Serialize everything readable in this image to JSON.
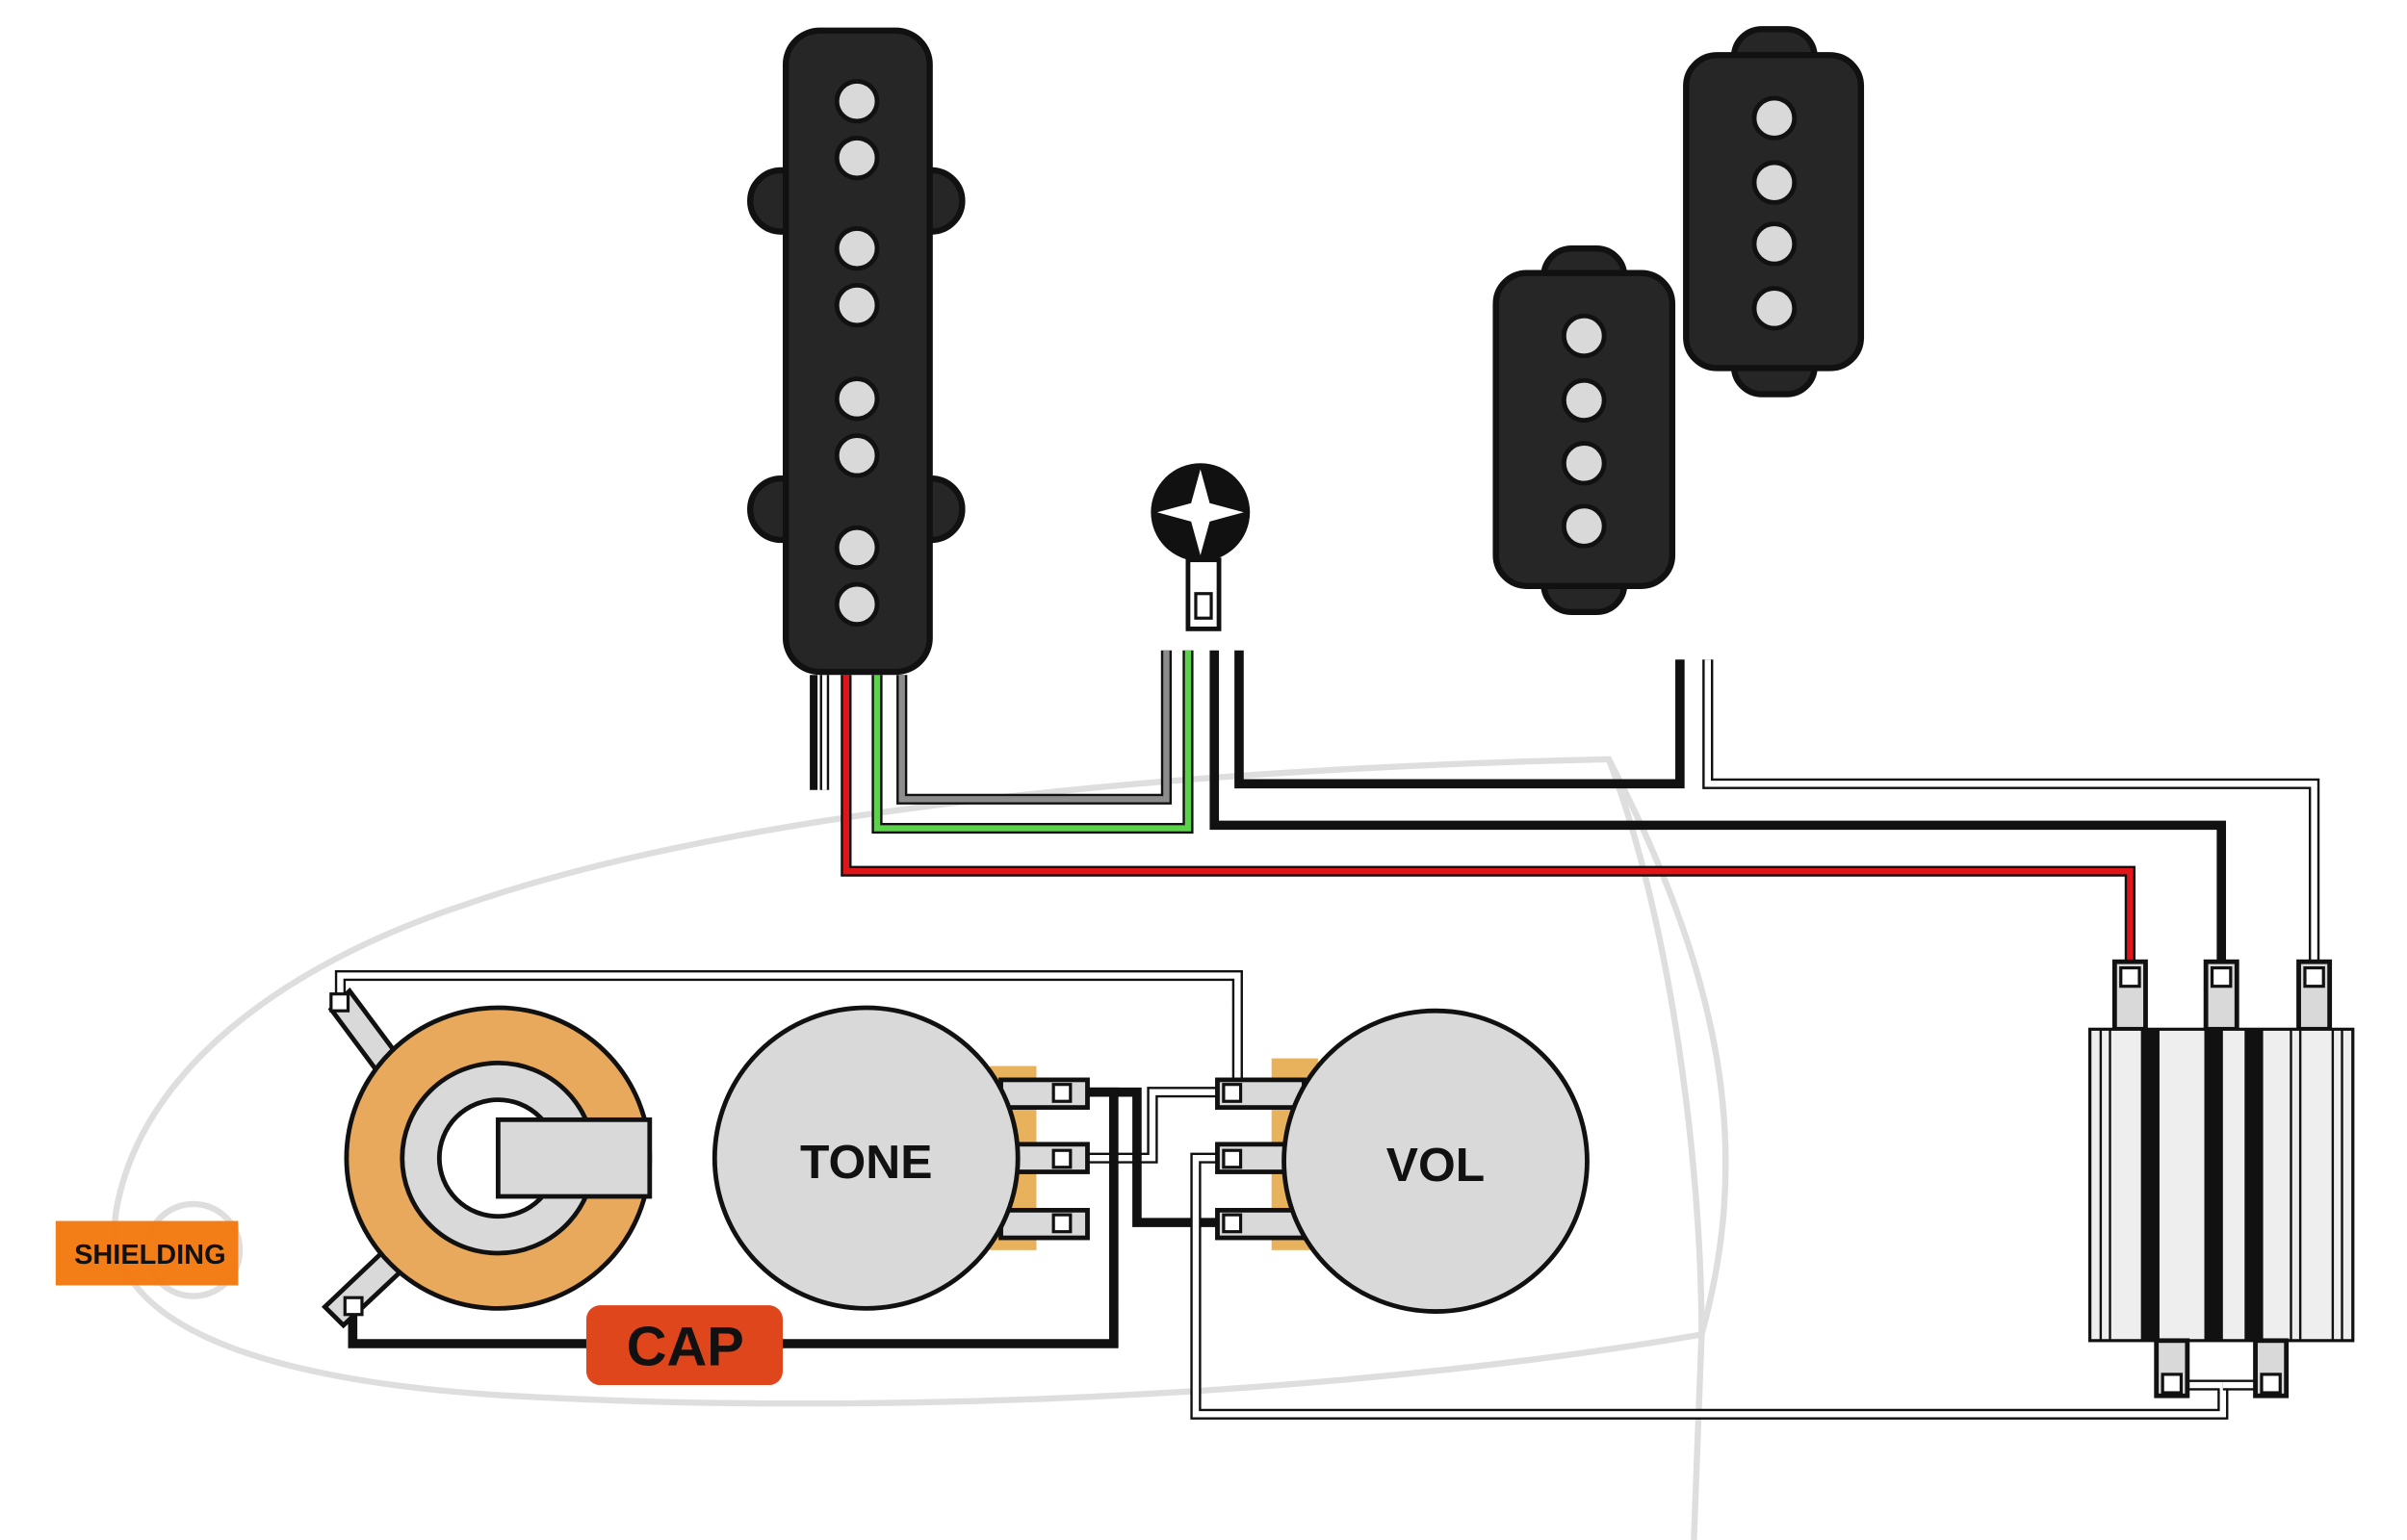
{
  "labels": {
    "tone": "TONE",
    "vol": "VOL",
    "cap": "CAP",
    "shielding": "SHIELDING"
  },
  "colors": {
    "pickup_body": "#262626",
    "pole": "#d9d9d9",
    "wire_red": "#e0151a",
    "wire_green": "#5bd24a",
    "wire_gray": "#8c8c8c",
    "wire_black": "#111111",
    "jack_ring": "#e8a95c",
    "pot_body": "#d9d9d9",
    "pot_lug": "#e8b15c",
    "cap_fill": "#e0461c",
    "shielding_fill": "#f2770c",
    "guide_gray": "#dedede"
  },
  "components": {
    "pickups": [
      "jazz-pickup",
      "precision-pickup-lower-half",
      "precision-pickup-upper-half"
    ],
    "controls": [
      "output-jack",
      "tone-pot",
      "volume-pot",
      "capacitor",
      "battery-connector"
    ],
    "misc": [
      "ground-screw",
      "shielding-tab"
    ]
  }
}
